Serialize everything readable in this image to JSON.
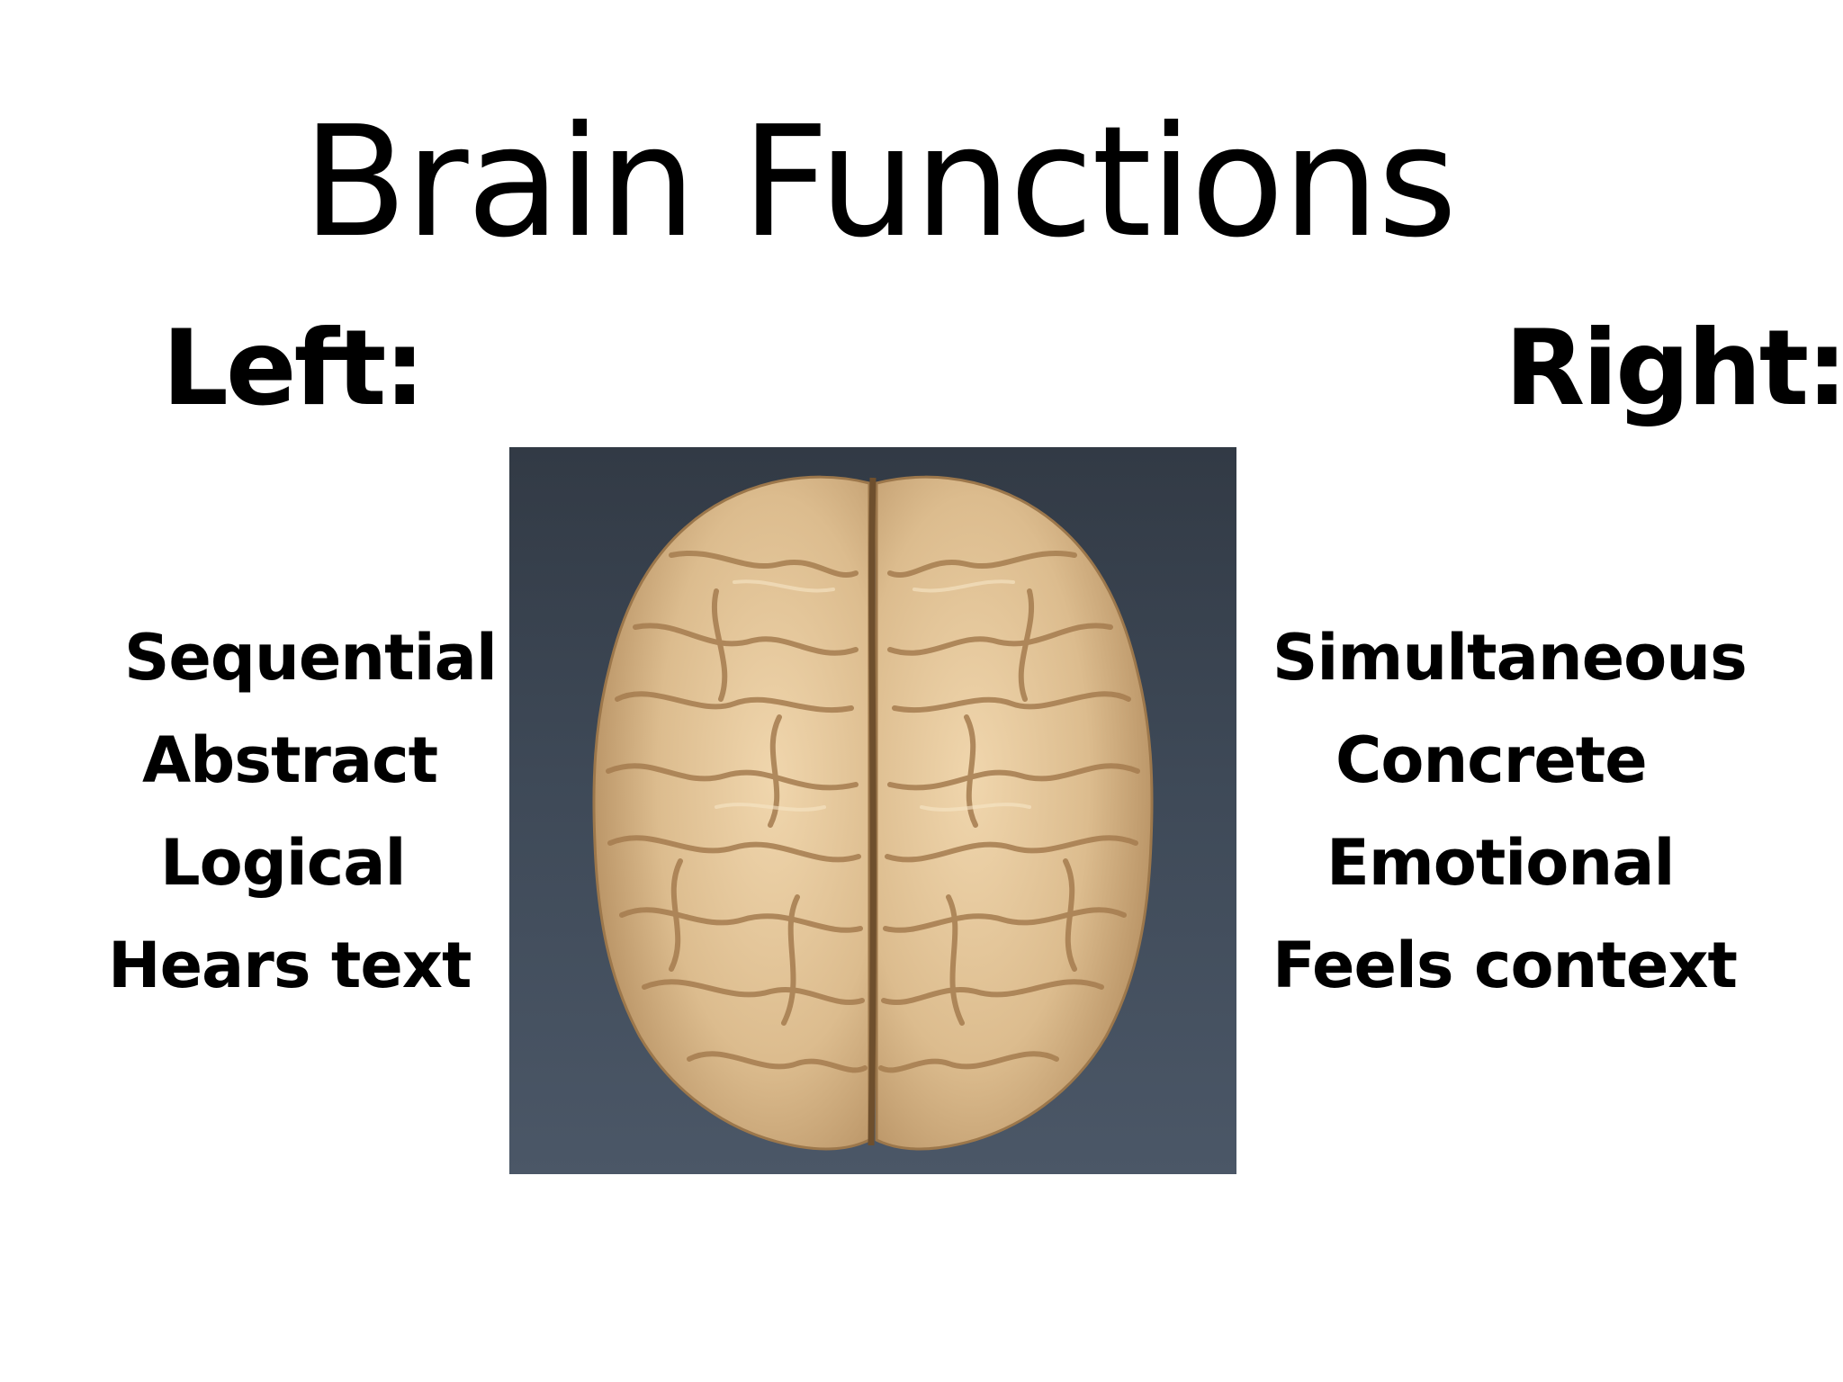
{
  "slide": {
    "title": "Brain Functions",
    "left": {
      "heading": "Left:",
      "traits": [
        "Sequential",
        "Abstract",
        "Logical",
        "Hears text"
      ]
    },
    "right": {
      "heading": "Right:",
      "traits": [
        "Simultaneous",
        "Concrete",
        "Emotional",
        "Feels context"
      ]
    },
    "image": {
      "subject": "brain-top-view",
      "background_color": "#3e4957",
      "brain_color": "#d9b98c"
    }
  }
}
